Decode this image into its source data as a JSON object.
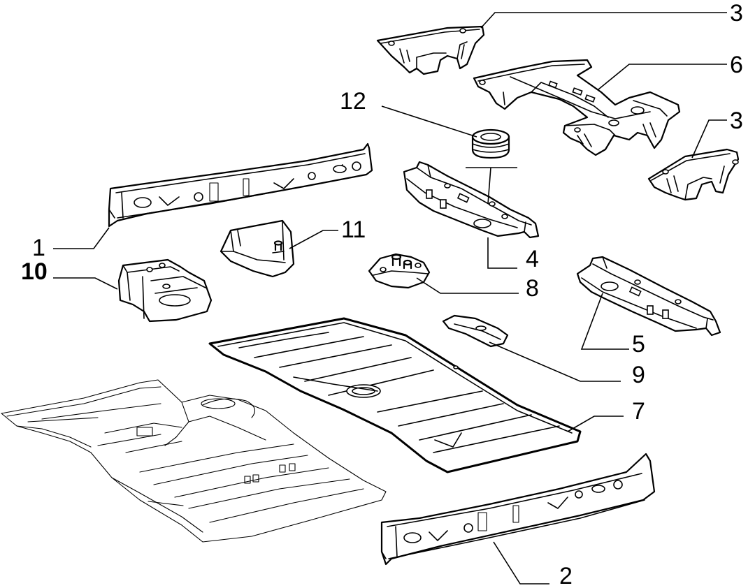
{
  "callouts": {
    "c1": "1",
    "c2": "2",
    "c3a": "3",
    "c3b": "3",
    "c4": "4",
    "c5": "5",
    "c6": "6",
    "c7": "7",
    "c8": "8",
    "c9": "9",
    "c10": "10",
    "c11": "11",
    "c12": "12"
  }
}
